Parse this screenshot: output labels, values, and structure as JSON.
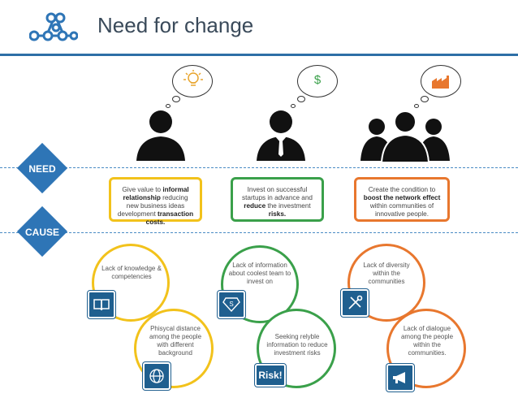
{
  "header": {
    "title": "Need for change"
  },
  "labels": {
    "need": "NEED",
    "cause": "CAUSE"
  },
  "colors": {
    "yellow": "#f2c21b",
    "green": "#3aa04a",
    "orange": "#e8772e",
    "blue": "#2e75b6",
    "navy": "#1f5f8f"
  },
  "thoughts": [
    {
      "icon": "lightbulb-icon"
    },
    {
      "icon": "dollar-icon",
      "symbol": "$"
    },
    {
      "icon": "factory-icon"
    }
  ],
  "needs": [
    {
      "pre": "Give value to ",
      "bold1": "informal relationship",
      "mid": " reducing new business ideas development ",
      "bold2": "transaction costs."
    },
    {
      "pre": "Invest on successful startups in advance and ",
      "bold1": "reduce",
      "mid": " the investment ",
      "bold2": "risks."
    },
    {
      "pre": "Create the condition to ",
      "bold1": "boost the network effect",
      "mid": " within communities of innovative people.",
      "bold2": ""
    }
  ],
  "causes": {
    "c1": "Lack of knowledge & competencies",
    "c2": "Phisycal distance among the people with different background",
    "c3": "Lack of information about coolest team to invest on",
    "c4": "Seeking relyble information to reduce investment risks",
    "c4_badge": "Risk!",
    "c5": "Lack of diversity within the communities",
    "c6": "Lack of dialogue among the people within the communities."
  }
}
